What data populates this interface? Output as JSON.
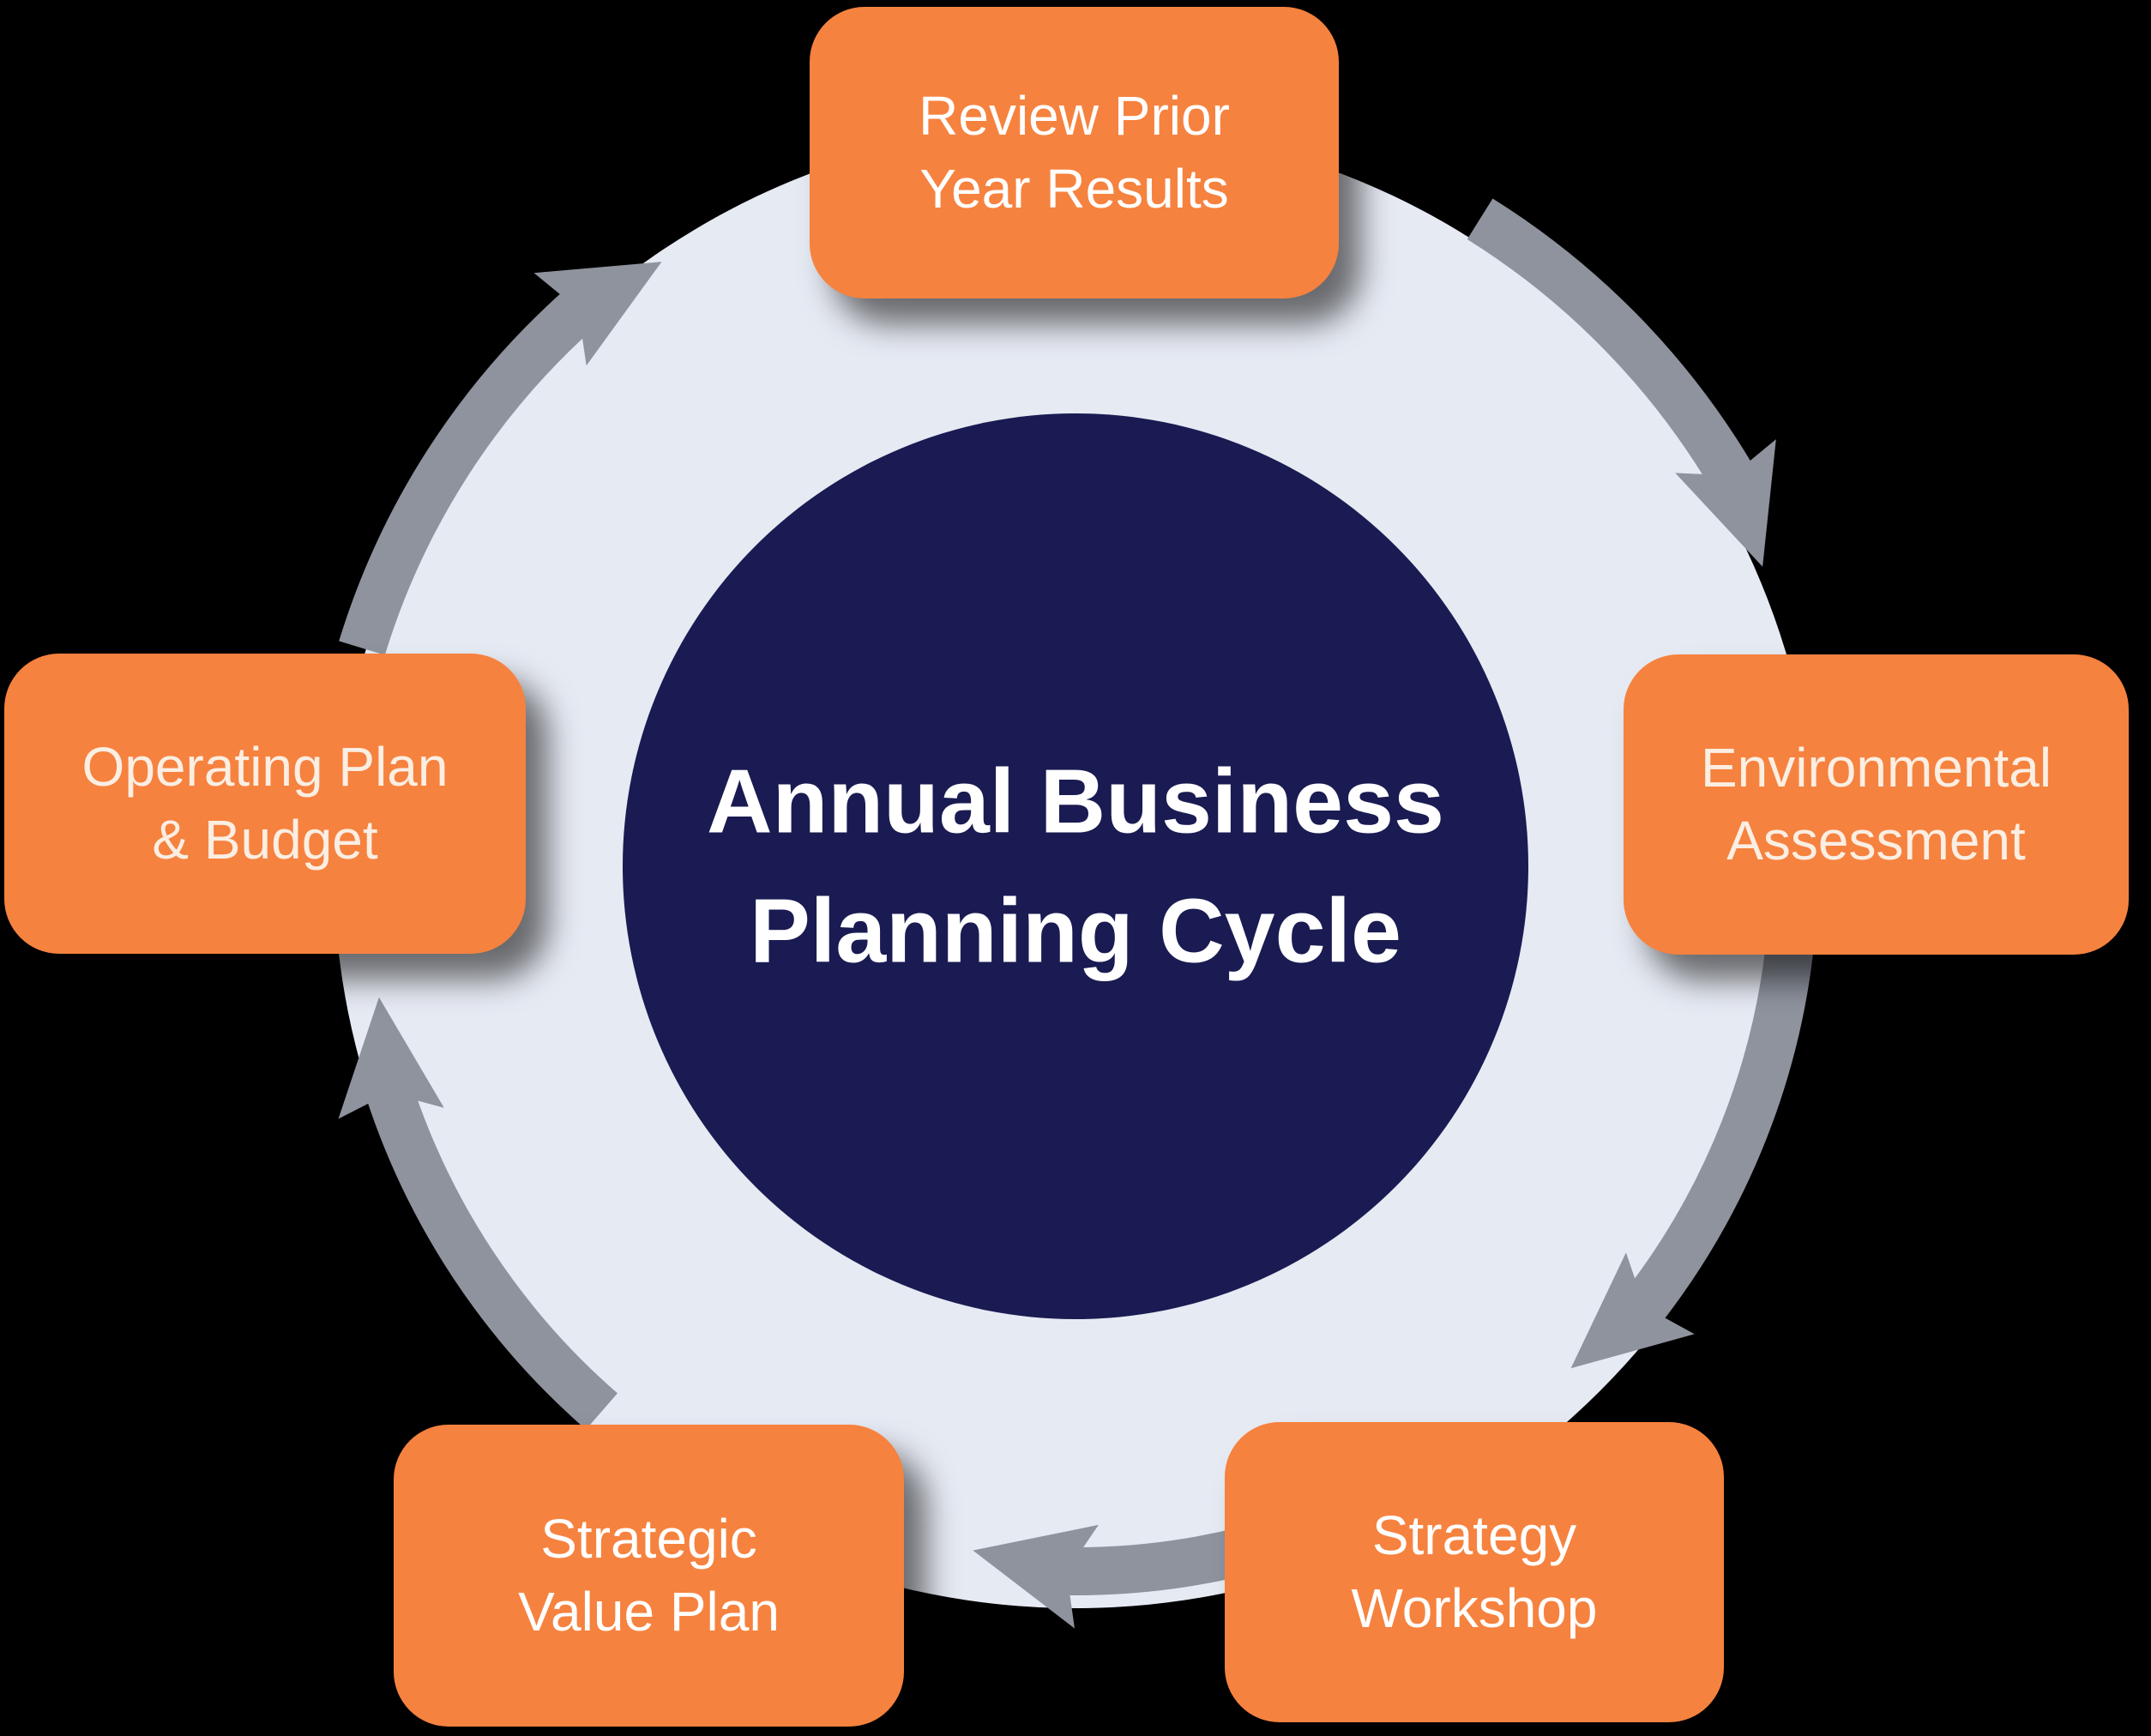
{
  "diagram": {
    "type": "cycle",
    "direction": "clockwise",
    "center_label_lines": [
      "Annual Business",
      "Planning Cycle"
    ],
    "steps": [
      "Review Prior Year Results",
      "Environmental Assessment",
      "Strategy Workshop",
      "Strategic Value Plan",
      "Operating Plan & Budget"
    ]
  },
  "nodes": [
    {
      "id": "review-prior-year-results",
      "lines": [
        "Review Prior",
        "Year Results"
      ],
      "text_color": "#ffffff"
    },
    {
      "id": "environmental-assessment",
      "lines": [
        "Environmental",
        "Assessment"
      ],
      "text_color": "#fbeee3"
    },
    {
      "id": "strategy-workshop",
      "lines": [
        "Strategy",
        "Workshop"
      ],
      "text_color": "#ffffff"
    },
    {
      "id": "strategic-value-plan",
      "lines": [
        "Strategic",
        "Value Plan"
      ],
      "text_color": "#ffffff"
    },
    {
      "id": "operating-plan-budget",
      "lines": [
        "Operating Plan",
        "& Budget"
      ],
      "text_color": "#fbeee3"
    }
  ],
  "colors": {
    "background": "#000000",
    "ring_fill": "#e6eaf3",
    "arrow_gray": "#8e939e",
    "center_circle": "#1a1b52",
    "node_fill": "#f6823f",
    "center_text": "#ffffff"
  }
}
